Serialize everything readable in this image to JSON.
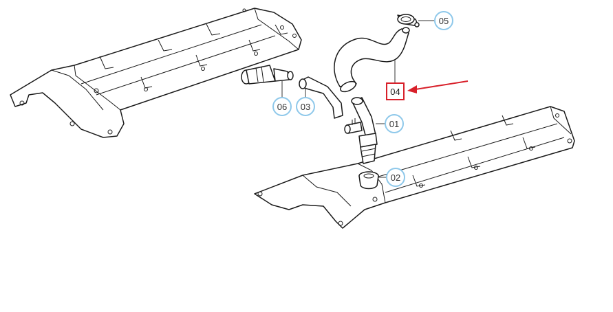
{
  "callouts": [
    {
      "id": "c01",
      "label": "01"
    },
    {
      "id": "c02",
      "label": "02"
    },
    {
      "id": "c03",
      "label": "03"
    },
    {
      "id": "c05",
      "label": "05"
    },
    {
      "id": "c06",
      "label": "06"
    }
  ],
  "highlight": {
    "label": "04"
  },
  "colors": {
    "callout_ring": "#8ec8ea",
    "highlight": "#d8202a",
    "line": "#1a1a1a"
  }
}
